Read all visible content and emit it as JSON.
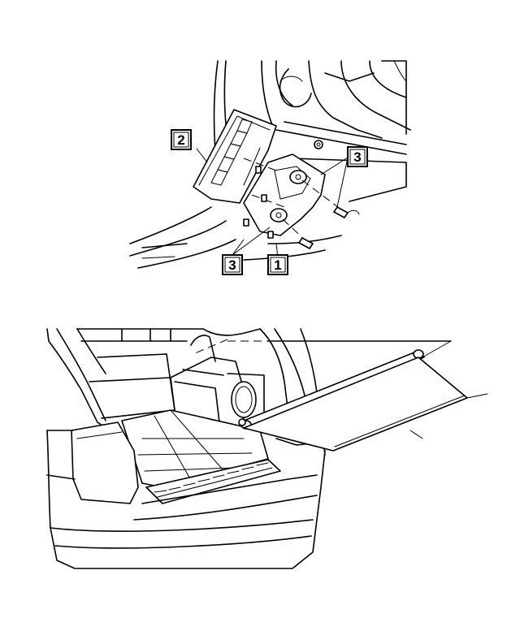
{
  "callouts": {
    "c1": "1",
    "c2": "2",
    "c3a": "3",
    "c3b": "3"
  }
}
